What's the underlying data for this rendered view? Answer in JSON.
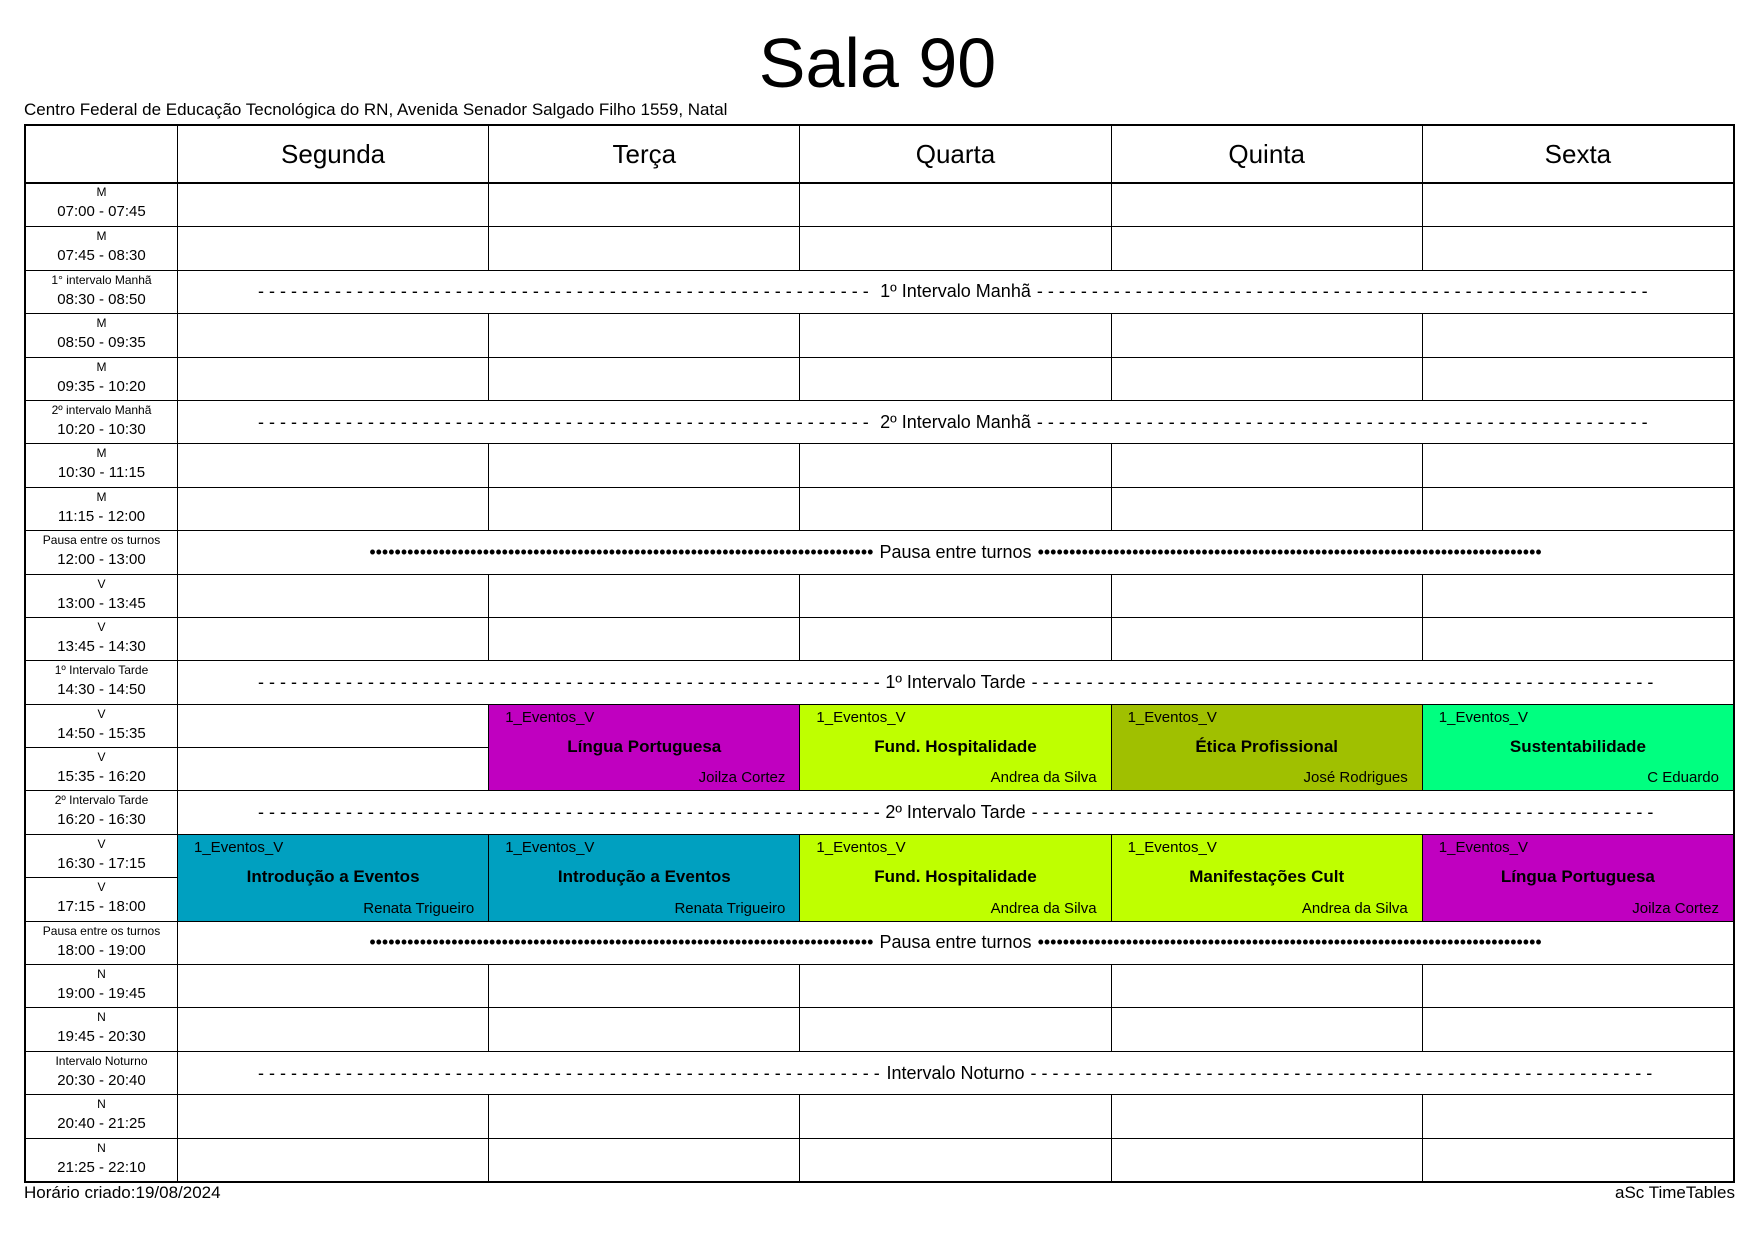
{
  "title": "Sala 90",
  "subtitle": "Centro Federal de Educação Tecnológica do RN, Avenida Senador Salgado Filho 1559, Natal",
  "days": [
    "Segunda",
    "Terça",
    "Quarta",
    "Quinta",
    "Sexta"
  ],
  "periods": [
    {
      "label": "M",
      "time": "07:00 - 07:45"
    },
    {
      "label": "M",
      "time": "07:45 - 08:30"
    },
    {
      "label": "1° intervalo Manhã",
      "time": "08:30 - 08:50",
      "break": "1º Intervalo Manhã",
      "style": "dash"
    },
    {
      "label": "M",
      "time": "08:50 - 09:35"
    },
    {
      "label": "M",
      "time": "09:35 - 10:20"
    },
    {
      "label": "2º intervalo Manhã",
      "time": "10:20 - 10:30",
      "break": "2º Intervalo Manhã",
      "style": "dash"
    },
    {
      "label": "M",
      "time": "10:30 - 11:15"
    },
    {
      "label": "M",
      "time": "11:15 - 12:00"
    },
    {
      "label": "Pausa entre os turnos",
      "time": "12:00 - 13:00",
      "break": "Pausa entre turnos",
      "style": "dot"
    },
    {
      "label": "V",
      "time": "13:00 - 13:45"
    },
    {
      "label": "V",
      "time": "13:45 - 14:30"
    },
    {
      "label": "1º Intervalo Tarde",
      "time": "14:30 - 14:50",
      "break": "1º Intervalo Tarde",
      "style": "dash"
    },
    {
      "label": "V",
      "time": "14:50 - 15:35"
    },
    {
      "label": "V",
      "time": "15:35 - 16:20"
    },
    {
      "label": "2º Intervalo Tarde",
      "time": "16:20 - 16:30",
      "break": "2º Intervalo Tarde",
      "style": "dash"
    },
    {
      "label": "V",
      "time": "16:30 - 17:15"
    },
    {
      "label": "V",
      "time": "17:15 - 18:00"
    },
    {
      "label": "Pausa entre os turnos",
      "time": "18:00 - 19:00",
      "break": "Pausa entre turnos",
      "style": "dot"
    },
    {
      "label": "N",
      "time": "19:00 - 19:45"
    },
    {
      "label": "N",
      "time": "19:45 - 20:30"
    },
    {
      "label": "Intervalo Noturno",
      "time": "20:30 - 20:40",
      "break": "Intervalo Noturno",
      "style": "dash"
    },
    {
      "label": "N",
      "time": "20:40 - 21:25"
    },
    {
      "label": "N",
      "time": "21:25 - 22:10"
    }
  ],
  "lessons": [
    {
      "day": 1,
      "start": 12,
      "span": 2,
      "group": "1_Eventos_V",
      "subject": "Língua Portuguesa",
      "teacher": "Joilza Cortez",
      "color": "#C000C0"
    },
    {
      "day": 2,
      "start": 12,
      "span": 2,
      "group": "1_Eventos_V",
      "subject": "Fund. Hospitalidade",
      "teacher": "Andrea da Silva",
      "color": "#BFFF00"
    },
    {
      "day": 3,
      "start": 12,
      "span": 2,
      "group": "1_Eventos_V",
      "subject": "Ética Profissional",
      "teacher": "José Rodrigues",
      "color": "#A0C000"
    },
    {
      "day": 4,
      "start": 12,
      "span": 2,
      "group": "1_Eventos_V",
      "subject": "Sustentabilidade",
      "teacher": "C Eduardo",
      "color": "#00FF80"
    },
    {
      "day": 0,
      "start": 15,
      "span": 2,
      "group": "1_Eventos_V",
      "subject": "Introdução a Eventos",
      "teacher": "Renata Trigueiro",
      "color": "#00A0C0"
    },
    {
      "day": 1,
      "start": 15,
      "span": 2,
      "group": "1_Eventos_V",
      "subject": "Introdução a Eventos",
      "teacher": "Renata Trigueiro",
      "color": "#00A0C0"
    },
    {
      "day": 2,
      "start": 15,
      "span": 2,
      "group": "1_Eventos_V",
      "subject": "Fund. Hospitalidade",
      "teacher": "Andrea da Silva",
      "color": "#BFFF00"
    },
    {
      "day": 3,
      "start": 15,
      "span": 2,
      "group": "1_Eventos_V",
      "subject": "Manifestações Cult",
      "teacher": "Andrea da Silva",
      "color": "#BFFF00"
    },
    {
      "day": 4,
      "start": 15,
      "span": 2,
      "group": "1_Eventos_V",
      "subject": "Língua Portuguesa",
      "teacher": "Joilza Cortez",
      "color": "#C000C0"
    }
  ],
  "footer": {
    "created": "Horário criado:19/08/2024",
    "software": "aSc TimeTables"
  }
}
